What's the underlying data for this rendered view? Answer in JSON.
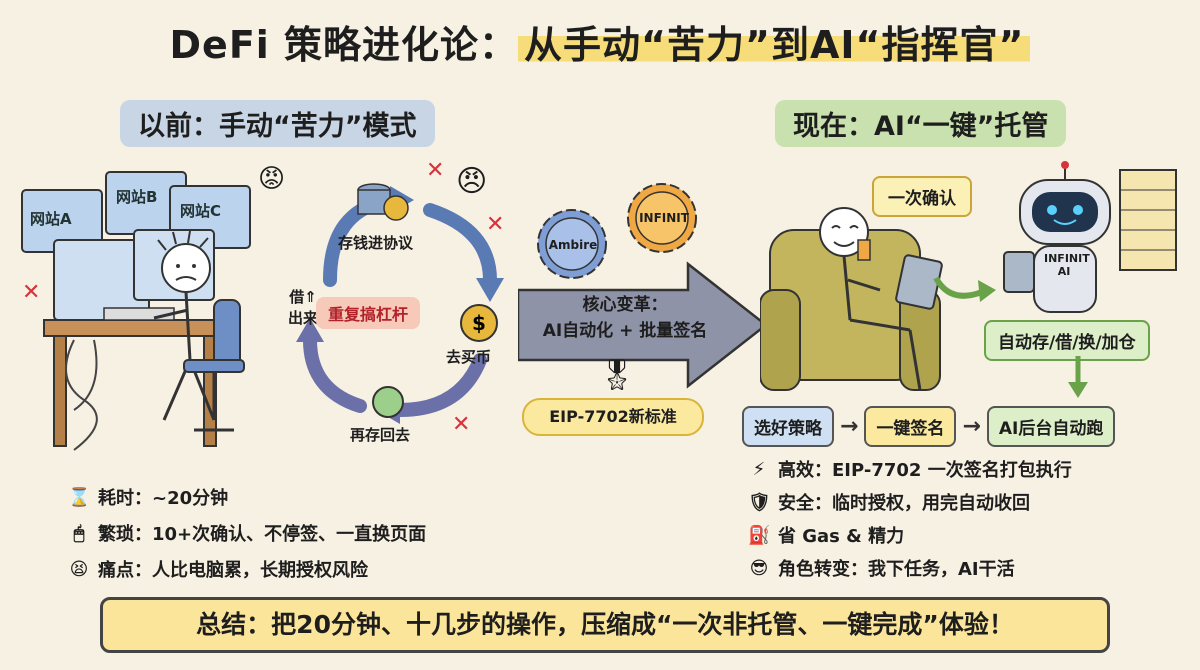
{
  "title": {
    "part1": "DeFi 策略进化论：",
    "part2": "从手动“苦力”到AI“指挥官”"
  },
  "before": {
    "heading": "以前：手动“苦力”模式",
    "sites": [
      "网站A",
      "网站B",
      "网站C"
    ],
    "cycle": {
      "center": "重复搞杠杆",
      "steps": [
        "存钱进协议",
        "去买币",
        "再存回去",
        "借⇑\n出来"
      ]
    },
    "list": [
      {
        "icon": "hourglass-icon",
        "glyph": "⌛",
        "text": "耗时：~20分钟"
      },
      {
        "icon": "mouse-icon",
        "glyph": "🖱",
        "text": "繁琐：10+次确认、不停签、一直换页面"
      },
      {
        "icon": "stressed-face-icon",
        "glyph": "😫",
        "text": "痛点：人比电脑累，长期授权风险"
      }
    ]
  },
  "middle": {
    "gears": [
      "Ambire",
      "INFINIT"
    ],
    "core": {
      "line1": "核心变革：",
      "line2": "AI自动化 + 批量签名"
    },
    "eip": "EIP-7702新标准"
  },
  "now": {
    "heading": "现在：AI“一键”托管",
    "bubble": "一次确认",
    "robot_badge": "INFINIT\nAI",
    "auto_box": "自动存/借/换/加仓",
    "flow": [
      "选好策略",
      "一键签名",
      "AI后台自动跑"
    ],
    "list": [
      {
        "icon": "lightning-icon",
        "glyph": "⚡",
        "text": "高效：EIP-7702 一次签名打包执行"
      },
      {
        "icon": "shield-check-icon",
        "glyph": "🛡",
        "text": "安全：临时授权，用完自动收回"
      },
      {
        "icon": "fuel-pump-icon",
        "glyph": "⛽",
        "text": "省 Gas & 精力"
      },
      {
        "icon": "sunglasses-face-icon",
        "glyph": "😎",
        "text": "角色转变：我下任务，AI干活"
      }
    ]
  },
  "summary": "总结：把20分钟、十几步的操作，压缩成“一次非托管、一键完成”体验！",
  "colors": {
    "accent_yellow": "#f6dd7a",
    "before_blue": "#a0bee6",
    "now_green": "#aad78c",
    "alert_red": "#d8323a"
  }
}
